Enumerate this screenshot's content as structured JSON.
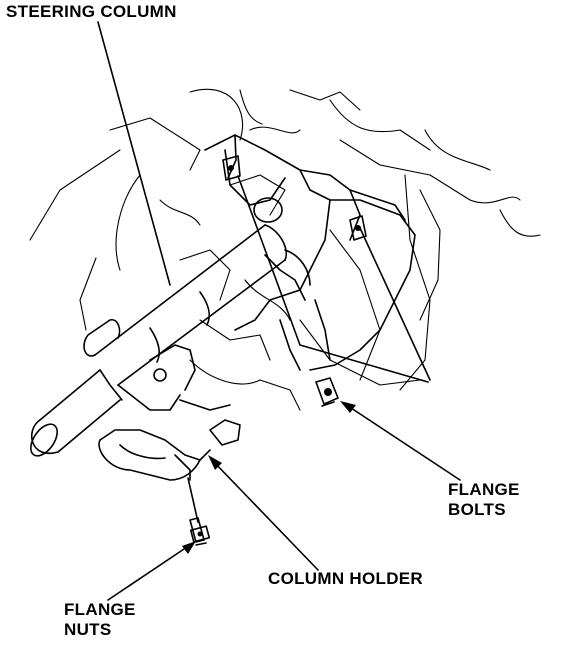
{
  "labels": {
    "steering_column": "STEERING COLUMN",
    "flange_bolts_line1": "FLANGE",
    "flange_bolts_line2": "BOLTS",
    "column_holder": "COLUMN HOLDER",
    "flange_nuts_line1": "FLANGE",
    "flange_nuts_line2": "NUTS"
  },
  "colors": {
    "ink": "#000000",
    "background": "#ffffff"
  }
}
